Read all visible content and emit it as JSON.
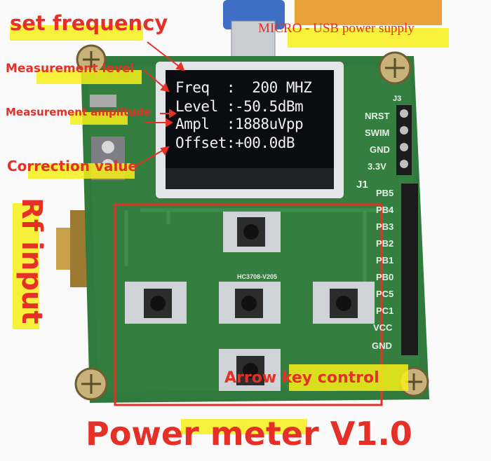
{
  "annotations": {
    "set_frequency": "set frequency",
    "measurement_level": "Measurement level",
    "measurement_amplitude": "Measurement amplitude",
    "correction_value": "Correction value",
    "rf_input": "Rf input",
    "usb_supply": "MICRO - USB power supply",
    "arrow_keys": "Arrow key control",
    "product_title": "Power meter V1.0"
  },
  "display": {
    "freq": "Freq  :  200 MHZ",
    "level": "Level :-50.5dBm",
    "ampl": "Ampl  :1888uVpp",
    "offset": "Offset:+00.0dB"
  },
  "header": {
    "title": "J3",
    "pins": [
      "NRST",
      "SWIM",
      "GND",
      "3.3V"
    ]
  },
  "connector": {
    "title": "J1",
    "pins": [
      "PB5",
      "PB4",
      "PB3",
      "PB2",
      "PB1",
      "PB0",
      "PC5",
      "PC1",
      "VCC",
      "GND"
    ]
  },
  "pcb_silkscreen": "HC3708-V205",
  "colors": {
    "pcb": "#2f7a3c",
    "annotation": "#e53027",
    "highlight": "#f7ef1a",
    "oled_bg": "#0a0c10"
  }
}
